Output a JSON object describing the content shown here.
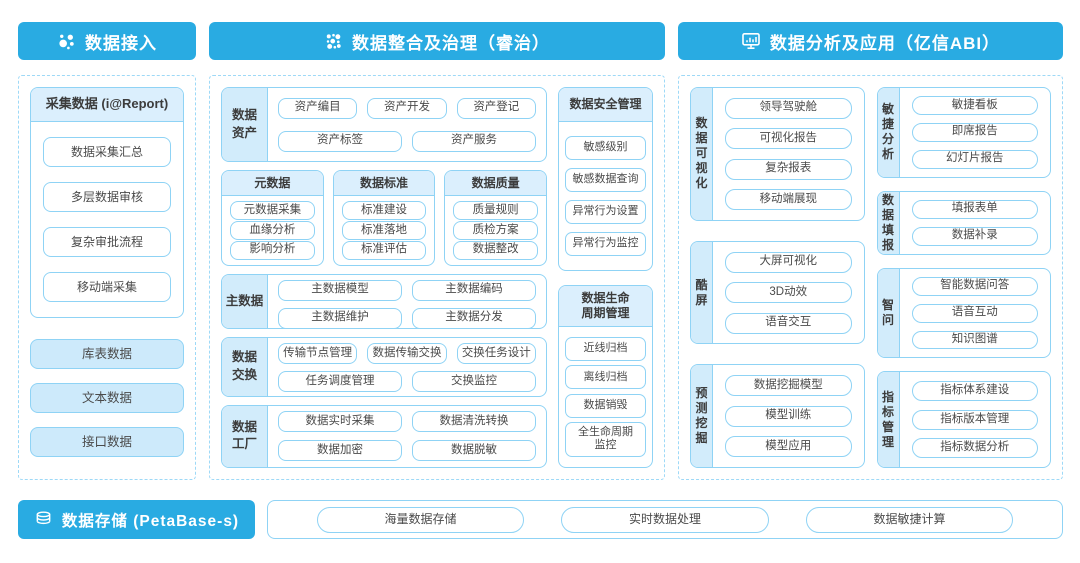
{
  "colors": {
    "header_blue": "#29abe2",
    "border_blue": "#8fd3f5",
    "dashed_border": "#9ed9f7",
    "header_fill": "#dbeffd",
    "label_fill": "#d2ecfb",
    "filled_pill": "#cdeafb",
    "text_dark": "#3c3c3c"
  },
  "icons": {
    "ingest": "network-dots-icon",
    "governance": "dots-cluster-icon",
    "analysis": "monitor-chart-icon",
    "storage": "database-icon"
  },
  "headers": {
    "ingest": "数据接入",
    "governance": "数据整合及治理（睿治）",
    "analysis": "数据分析及应用（亿信ABI）",
    "storage": "数据存储 (PetaBase-s)"
  },
  "ingest": {
    "collect": {
      "title": "采集数据 (i@Report)",
      "items": [
        "数据采集汇总",
        "多层数据审核",
        "复杂审批流程",
        "移动端采集"
      ]
    },
    "sources": [
      "库表数据",
      "文本数据",
      "接口数据"
    ]
  },
  "governance": {
    "asset": {
      "label": "数据\n资产",
      "row1": [
        "资产编目",
        "资产开发",
        "资产登记"
      ],
      "row2": [
        "资产标签",
        "资产服务"
      ]
    },
    "meta": {
      "title": "元数据",
      "items": [
        "元数据采集",
        "血缘分析",
        "影响分析"
      ]
    },
    "standard": {
      "title": "数据标准",
      "items": [
        "标准建设",
        "标准落地",
        "标准评估"
      ]
    },
    "quality": {
      "title": "数据质量",
      "items": [
        "质量规则",
        "质检方案",
        "数据整改"
      ]
    },
    "master": {
      "label": "主数据",
      "row1": [
        "主数据模型",
        "主数据编码"
      ],
      "row2": [
        "主数据维护",
        "主数据分发"
      ]
    },
    "exchange": {
      "label": "数据\n交换",
      "row1": [
        "传输节点管理",
        "数据传输交换",
        "交换任务设计"
      ],
      "row2": [
        "任务调度管理",
        "交换监控"
      ]
    },
    "factory": {
      "label": "数据\n工厂",
      "row1": [
        "数据实时采集",
        "数据清洗转换"
      ],
      "row2": [
        "数据加密",
        "数据脱敏"
      ]
    },
    "security": {
      "title": "数据安全管理",
      "items": [
        "敏感级别",
        "敏感数据查询",
        "异常行为设置",
        "异常行为监控"
      ]
    },
    "lifecycle": {
      "title": "数据生命\n周期管理",
      "items": [
        "近线归档",
        "离线归档",
        "数据销毁",
        "全生命周期\n监控"
      ]
    }
  },
  "analysis": {
    "viz": {
      "label": "数\n据\n可\n视\n化",
      "items": [
        "领导驾驶舱",
        "可视化报告",
        "复杂报表",
        "移动端展现"
      ]
    },
    "coolscreen": {
      "label": "酷\n屏",
      "items": [
        "大屏可视化",
        "3D动效",
        "语音交互"
      ]
    },
    "predict": {
      "label": "预\n测\n挖\n掘",
      "items": [
        "数据挖掘模型",
        "模型训练",
        "模型应用"
      ]
    },
    "agile": {
      "label": "敏\n捷\n分\n析",
      "items": [
        "敏捷看板",
        "即席报告",
        "幻灯片报告"
      ]
    },
    "reporting": {
      "label": "数\n据\n填\n报",
      "items": [
        "填报表单",
        "数据补录"
      ]
    },
    "ask": {
      "label": "智\n问",
      "items": [
        "智能数据问答",
        "语音互动",
        "知识图谱"
      ]
    },
    "metric": {
      "label": "指\n标\n管\n理",
      "items": [
        "指标体系建设",
        "指标版本管理",
        "指标数据分析"
      ]
    }
  },
  "storage": {
    "items": [
      "海量数据存储",
      "实时数据处理",
      "数据敏捷计算"
    ]
  }
}
